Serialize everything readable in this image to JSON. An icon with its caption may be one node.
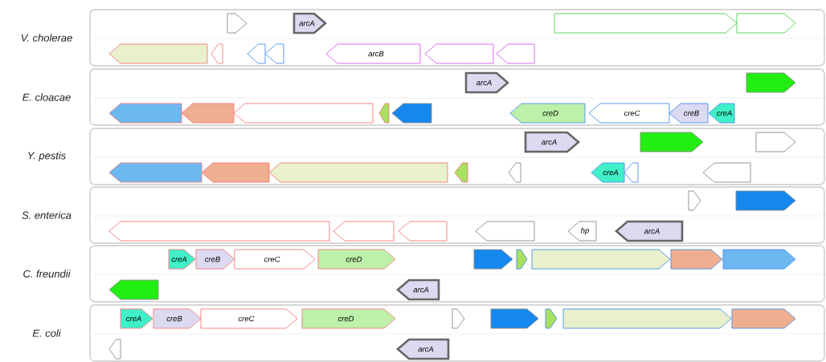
{
  "diagram": {
    "nodes": [
      {
        "text": [
          "V. cholerae"
        ]
      },
      {
        "text": [],
        "shape": "pentagon",
        "in": 0
      },
      {
        "text": [
          "arcA"
        ],
        "in": 0
      },
      {
        "text": [],
        "shape": "pentagon",
        "in": 0
      },
      {
        "text": [],
        "shape": "pentagon",
        "in": 0
      },
      {
        "text": [],
        "shape": "pentagon",
        "in": 0
      },
      {
        "text": [],
        "shape": "pentagon",
        "in": 0
      },
      {
        "text": [],
        "shape": "pentagon",
        "in": 0
      },
      {
        "text": [],
        "shape": "pentagon",
        "in": 0
      },
      {
        "text": [
          "arcB"
        ],
        "in": 0
      },
      {
        "text": [],
        "shape": "pentagon",
        "in": 0
      },
      {
        "text": [],
        "shape": "pentagon",
        "in": 0
      },
      {
        "text": [
          "E. cloacae"
        ]
      },
      {
        "text": [
          "arcA"
        ],
        "in": 12
      },
      {
        "text": [],
        "shape": "pentagon",
        "in": 12
      },
      {
        "text": [],
        "shape": "pentagon",
        "in": 12
      },
      {
        "text": [],
        "shape": "pentagon",
        "in": 12
      },
      {
        "text": [],
        "shape": "pentagon",
        "in": 12
      },
      {
        "text": [],
        "shape": "pentagon",
        "in": 12
      },
      {
        "text": [],
        "shape": "pentagon",
        "in": 12
      },
      {
        "text": [
          "creD"
        ],
        "in": 12
      },
      {
        "text": [
          "creC"
        ],
        "in": 12
      },
      {
        "text": [
          "creB"
        ],
        "in": 12
      },
      {
        "text": [
          "creA"
        ],
        "in": 12
      },
      {
        "text": [
          "Y. pestis"
        ]
      },
      {
        "text": [
          "arcA"
        ],
        "in": 24
      },
      {
        "text": [],
        "shape": "pentagon",
        "in": 24
      },
      {
        "text": [],
        "shape": "pentagon",
        "in": 24
      },
      {
        "text": [],
        "shape": "pentagon",
        "in": 24
      },
      {
        "text": [],
        "shape": "pentagon",
        "in": 24
      },
      {
        "text": [],
        "shape": "pentagon",
        "in": 24
      },
      {
        "text": [],
        "shape": "pentagon",
        "in": 24
      },
      {
        "text": [],
        "shape": "pentagon",
        "in": 24
      },
      {
        "text": [
          "creA"
        ],
        "in": 24
      },
      {
        "text": [],
        "shape": "pentagon",
        "in": 24
      },
      {
        "text": [],
        "shape": "pentagon",
        "in": 24
      },
      {
        "text": [
          "S. enterica"
        ]
      },
      {
        "text": [],
        "shape": "pentagon",
        "in": 36
      },
      {
        "text": [],
        "shape": "pentagon",
        "in": 36
      },
      {
        "text": [],
        "shape": "pentagon",
        "in": 36
      },
      {
        "text": [],
        "shape": "pentagon",
        "in": 36
      },
      {
        "text": [],
        "shape": "pentagon",
        "in": 36
      },
      {
        "text": [],
        "shape": "pentagon",
        "in": 36
      },
      {
        "text": [
          "hp"
        ],
        "in": 36
      },
      {
        "text": [
          "arcA"
        ],
        "in": 36
      },
      {
        "text": [
          "C. freundii"
        ]
      },
      {
        "text": [
          "creA"
        ],
        "in": 45
      },
      {
        "text": [
          "creB"
        ],
        "in": 45
      },
      {
        "text": [
          "creC"
        ],
        "in": 45
      },
      {
        "text": [
          "creD"
        ],
        "in": 45
      },
      {
        "text": [],
        "shape": "pentagon",
        "in": 45
      },
      {
        "text": [],
        "shape": "pentagon",
        "in": 45
      },
      {
        "text": [],
        "shape": "pentagon",
        "in": 45
      },
      {
        "text": [],
        "shape": "pentagon",
        "in": 45
      },
      {
        "text": [],
        "shape": "pentagon",
        "in": 45
      },
      {
        "text": [],
        "shape": "pentagon",
        "in": 45
      },
      {
        "text": [
          "arcA"
        ],
        "in": 45
      },
      {
        "text": [
          "E. coli"
        ]
      },
      {
        "text": [
          "creA"
        ],
        "in": 57
      },
      {
        "text": [
          "creB"
        ],
        "in": 57
      },
      {
        "text": [
          "creC"
        ],
        "in": 57
      },
      {
        "text": [
          "creD"
        ],
        "in": 57
      },
      {
        "text": [],
        "shape": "pentagon",
        "in": 57
      },
      {
        "text": [],
        "shape": "pentagon",
        "in": 57
      },
      {
        "text": [],
        "shape": "pentagon",
        "in": 57
      },
      {
        "text": [],
        "shape": "pentagon",
        "in": 57
      },
      {
        "text": [],
        "shape": "pentagon",
        "in": 57
      },
      {
        "text": [],
        "shape": "pentagon",
        "in": 57
      },
      {
        "text": [
          "arcA"
        ],
        "in": 57
      }
    ]
  }
}
